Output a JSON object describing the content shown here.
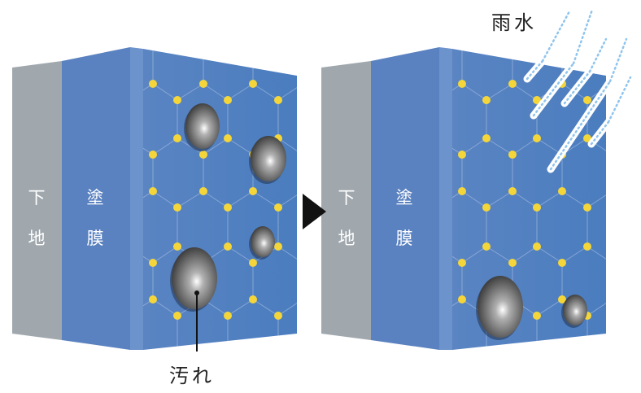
{
  "labels": {
    "substrate": [
      "下",
      "地"
    ],
    "coating": [
      "塗",
      "膜"
    ],
    "dirt": "汚れ",
    "rain": "雨水"
  },
  "colors": {
    "substrate": "#a0a8ae",
    "coating": "#5b82c0",
    "face": "#4f7ec0",
    "dot": "#f5d63a",
    "arrow": "#111111"
  }
}
